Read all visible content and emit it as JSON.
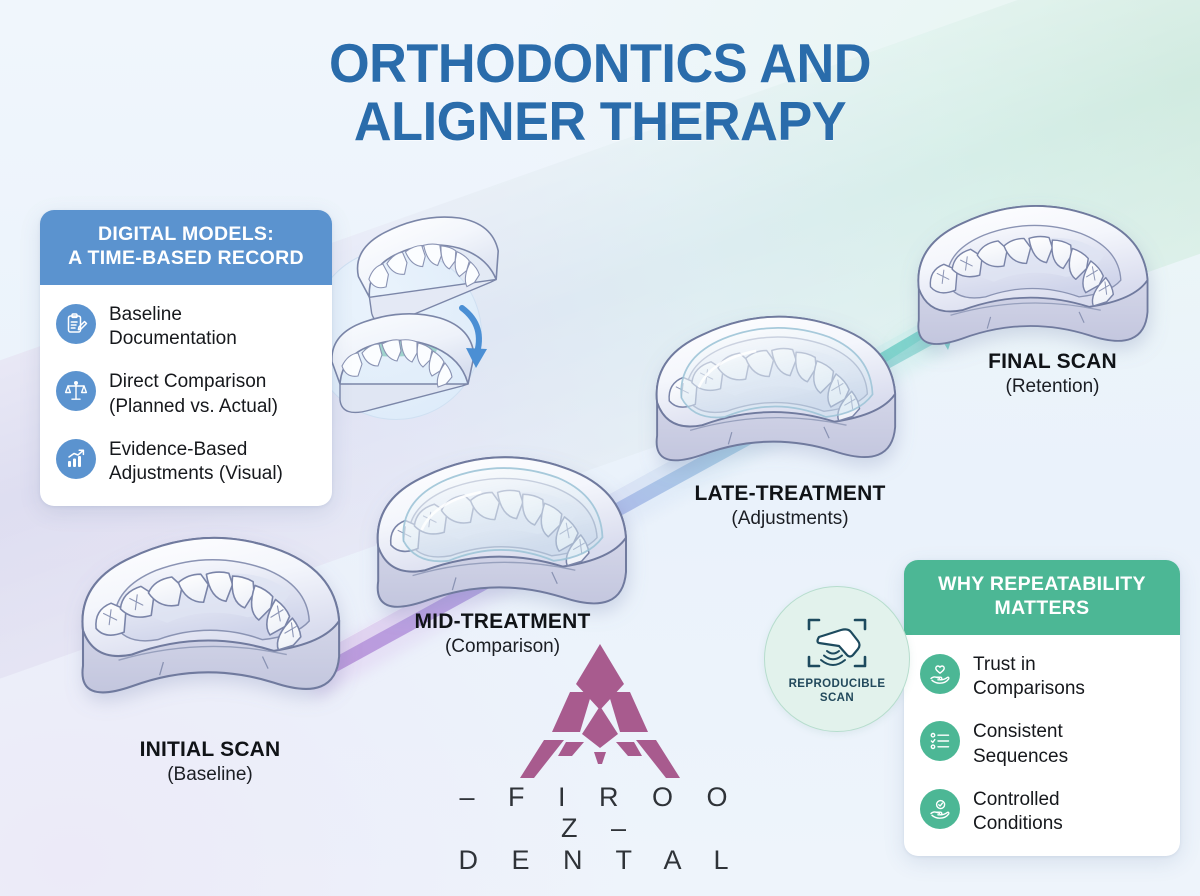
{
  "title": {
    "line1": "ORTHODONTICS AND",
    "line2": "ALIGNER THERAPY"
  },
  "colors": {
    "background": "#eef4fb",
    "title_blue": "#2a6cab",
    "card_blue": "#5b93cf",
    "card_green": "#4cb795",
    "badge_mint": "#e2f2ec",
    "logo_purple": "#a85b8e",
    "arrow_teal": "#7fd3cc",
    "band_start": "#dcdcf0",
    "band_end": "#cfeadf"
  },
  "left_card": {
    "heading_line1": "DIGITAL MODELS:",
    "heading_line2": "A TIME-BASED RECORD",
    "items": [
      {
        "icon": "clipboard-pen-icon",
        "line1": "Baseline",
        "line2": "Documentation"
      },
      {
        "icon": "balance-scales-icon",
        "line1": "Direct Comparison",
        "line2": "(Planned vs. Actual)"
      },
      {
        "icon": "bar-chart-arrow-icon",
        "line1": "Evidence-Based",
        "line2": "Adjustments (Visual)"
      }
    ]
  },
  "right_card": {
    "heading_line1": "WHY REPEATABILITY",
    "heading_line2": "MATTERS",
    "items": [
      {
        "icon": "hand-heart-icon",
        "line1": "Trust in",
        "line2": "Comparisons"
      },
      {
        "icon": "checklist-icon",
        "line1": "Consistent",
        "line2": "Sequences"
      },
      {
        "icon": "hand-check-icon",
        "line1": "Controlled",
        "line2": "Conditions"
      }
    ]
  },
  "scan_badge": {
    "icon": "intraoral-scanner-icon",
    "label_line1": "REPRODUCIBLE",
    "label_line2": "SCAN"
  },
  "stages": [
    {
      "id": "initial",
      "title": "INITIAL SCAN",
      "subtitle": "(Baseline)"
    },
    {
      "id": "mid",
      "title": "MID-TREATMENT",
      "subtitle": "(Comparison)"
    },
    {
      "id": "late",
      "title": "LATE-TREATMENT",
      "subtitle": "(Adjustments)"
    },
    {
      "id": "final",
      "title": "FINAL SCAN",
      "subtitle": "(Retention)"
    }
  ],
  "logo": {
    "mark": "firooz-triangle-mark",
    "name": "–  F I R O O Z  –",
    "tagline": "D E N T A L"
  }
}
